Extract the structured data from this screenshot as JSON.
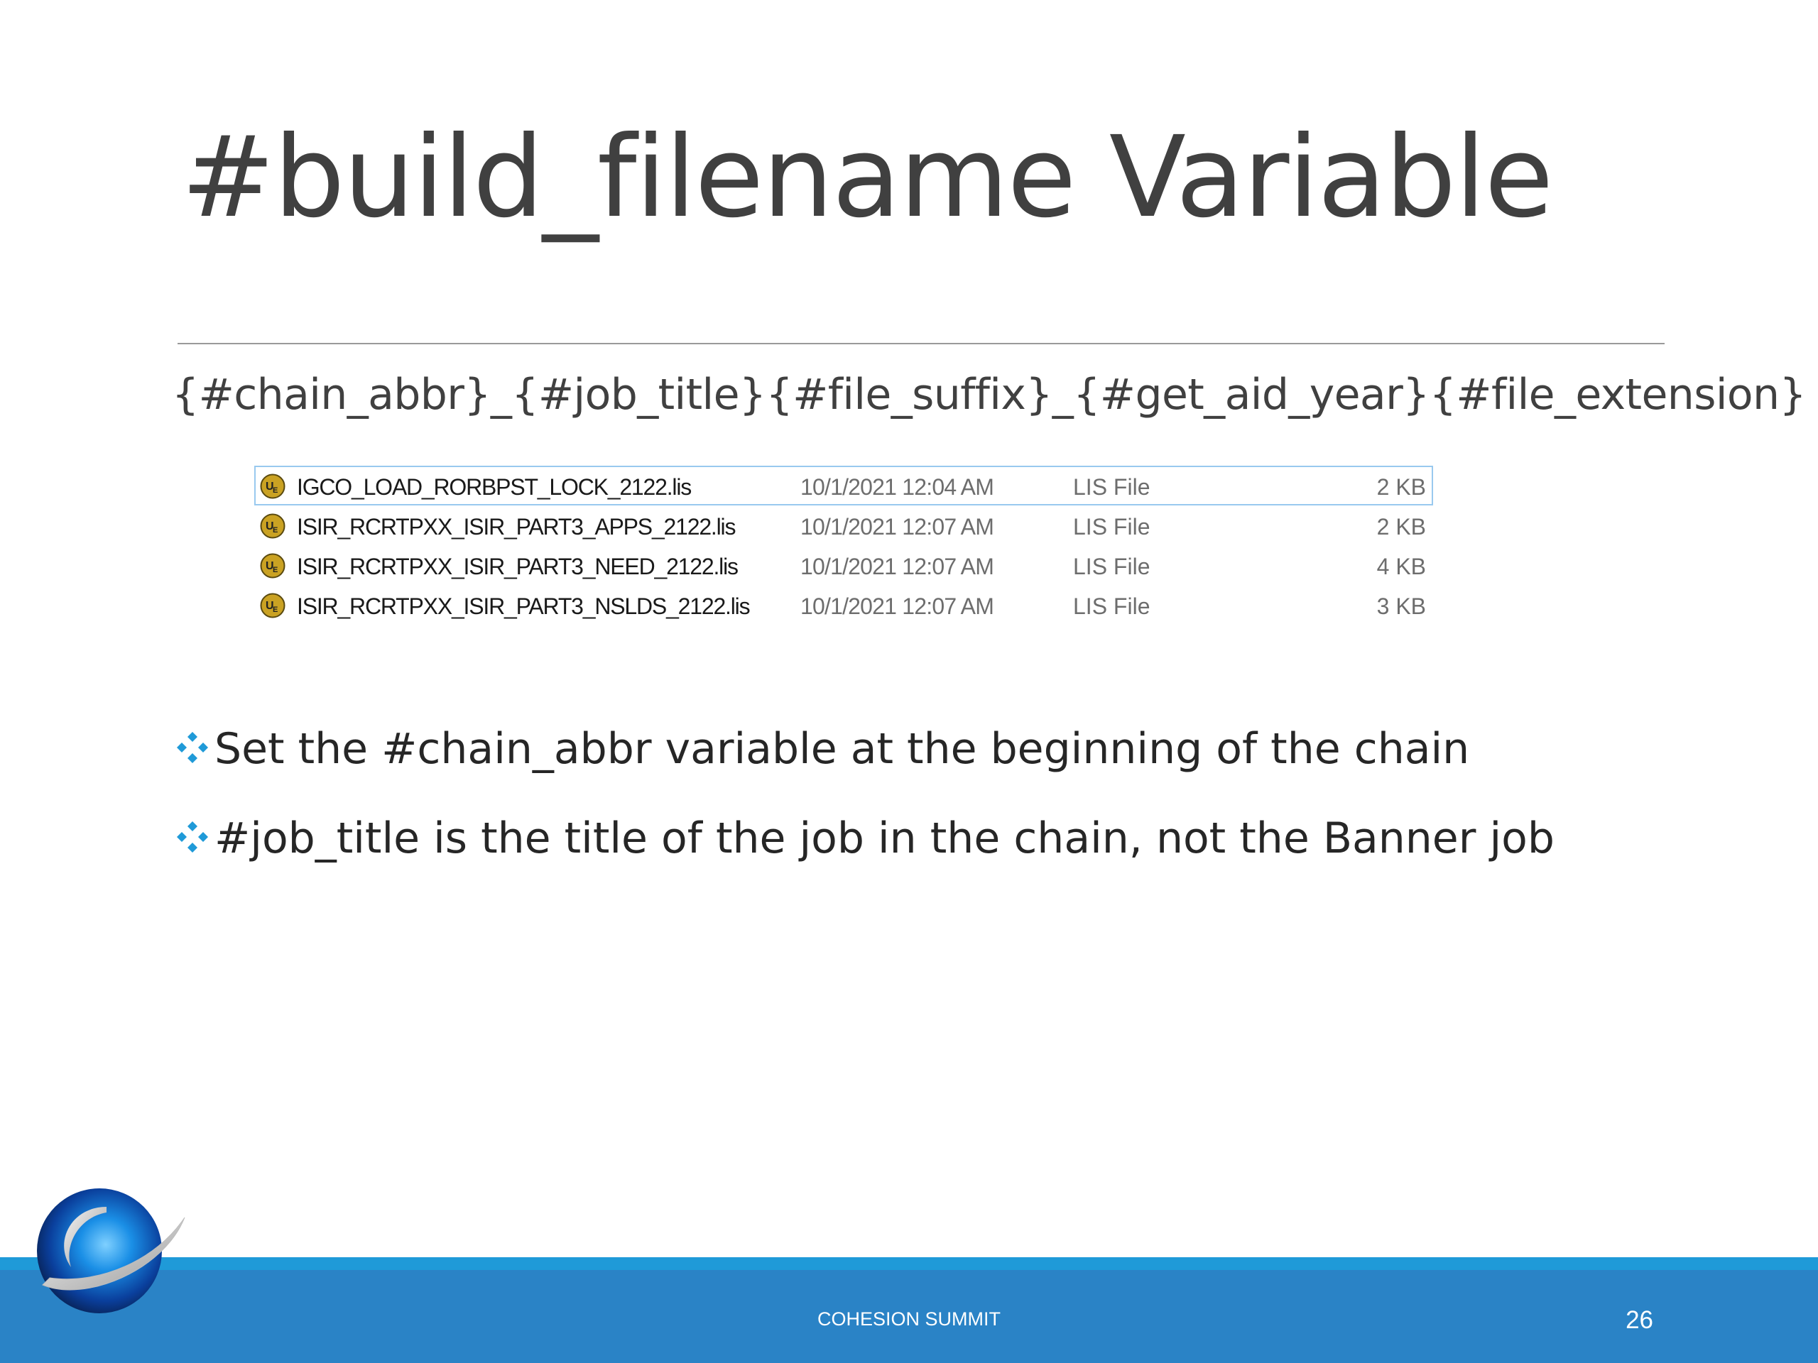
{
  "slide": {
    "title": "#build_filename Variable",
    "pattern": "{#chain_abbr}_{#job_title}{#file_suffix}_{#get_aid_year}{#file_extension}"
  },
  "files": [
    {
      "name": "IGCO_LOAD_RORBPST_LOCK_2122.lis",
      "date": "10/1/2021 12:04 AM",
      "type": "LIS File",
      "size": "2 KB",
      "selected": true,
      "icon": "ue-file-icon"
    },
    {
      "name": "ISIR_RCRTPXX_ISIR_PART3_APPS_2122.lis",
      "date": "10/1/2021 12:07 AM",
      "type": "LIS File",
      "size": "2 KB",
      "selected": false,
      "icon": "ue-file-icon"
    },
    {
      "name": "ISIR_RCRTPXX_ISIR_PART3_NEED_2122.lis",
      "date": "10/1/2021 12:07 AM",
      "type": "LIS File",
      "size": "4 KB",
      "selected": false,
      "icon": "ue-file-icon"
    },
    {
      "name": "ISIR_RCRTPXX_ISIR_PART3_NSLDS_2122.lis",
      "date": "10/1/2021 12:07 AM",
      "type": "LIS File",
      "size": "3 KB",
      "selected": false,
      "icon": "ue-file-icon"
    }
  ],
  "bullets": [
    "Set the #chain_abbr variable at the beginning of the chain",
    "#job_title is the title of the job in the chain, not the Banner job"
  ],
  "footer": {
    "text": "COHESION SUMMIT",
    "page_number": "26"
  },
  "colors": {
    "footer_blue": "#2a83c6",
    "bullet_blue": "#1f9ad8",
    "selection_border": "#99c9ef"
  }
}
